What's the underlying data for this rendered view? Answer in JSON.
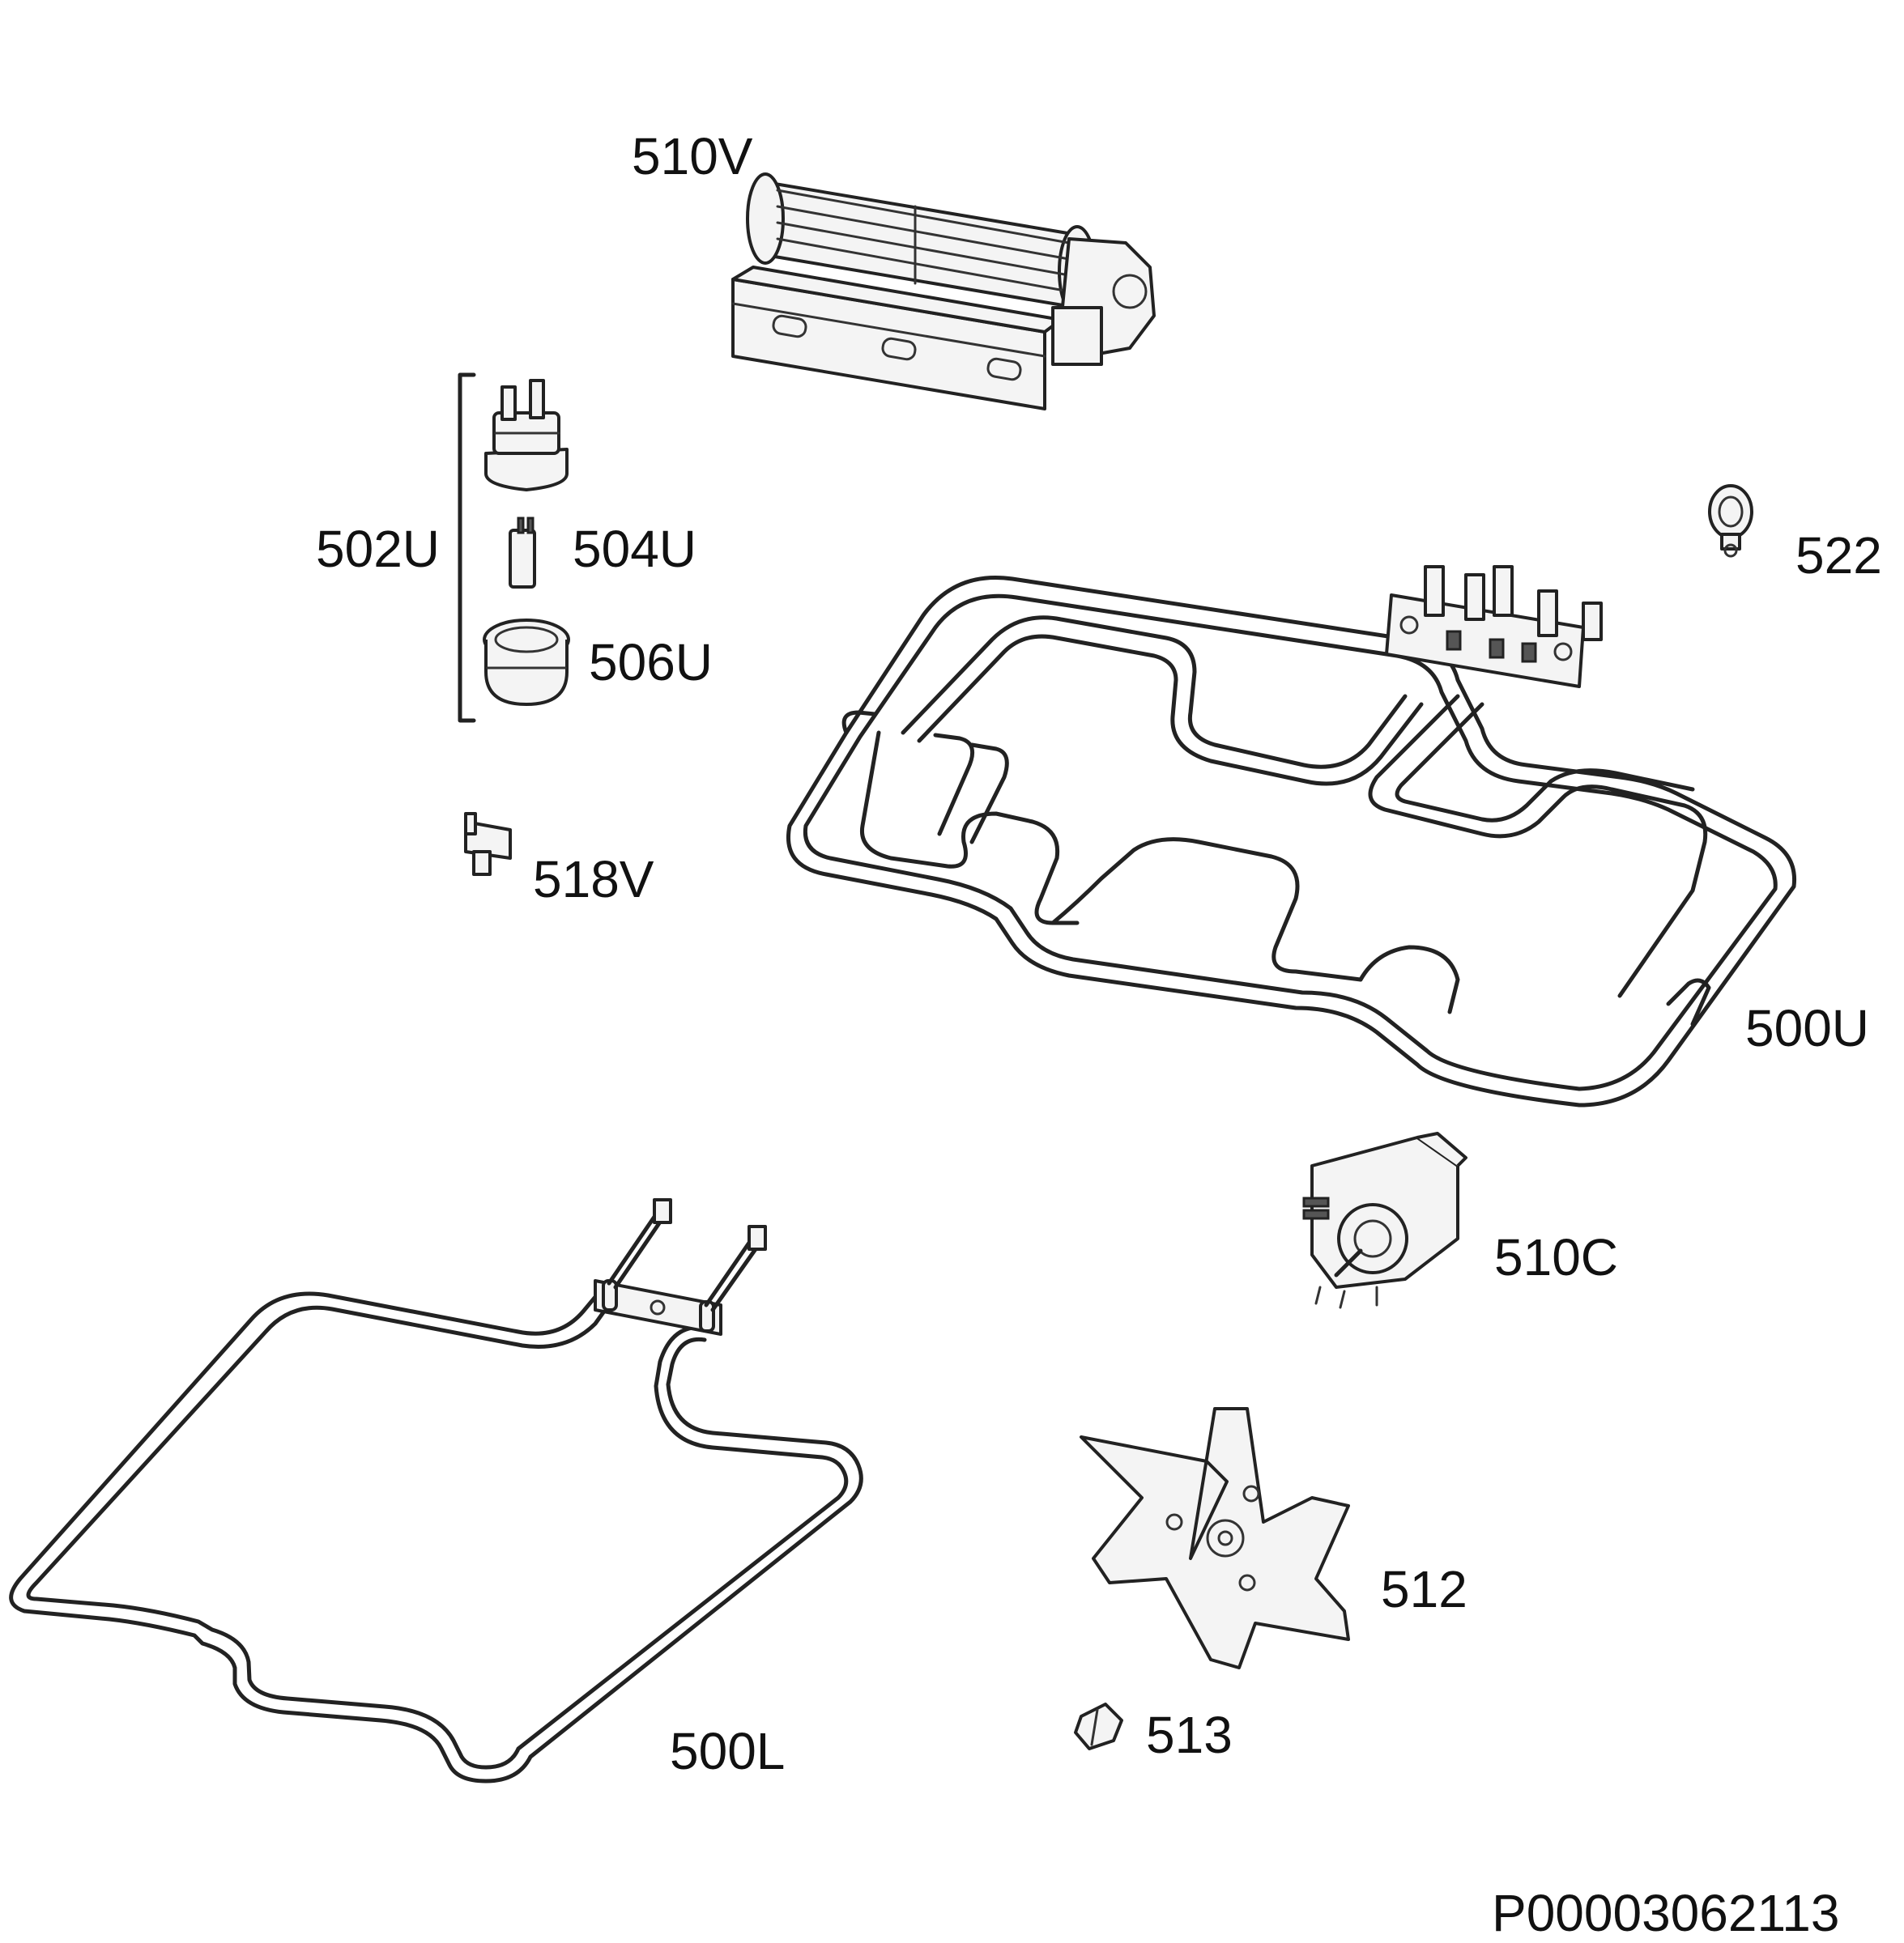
{
  "labels": {
    "p510V": "510V",
    "p502U": "502U",
    "p504U": "504U",
    "p506U": "506U",
    "p518V": "518V",
    "p522": "522",
    "p500U": "500U",
    "p510C": "510C",
    "p512": "512",
    "p513": "513",
    "p500L": "500L"
  },
  "drawing_code": "P00003062113"
}
